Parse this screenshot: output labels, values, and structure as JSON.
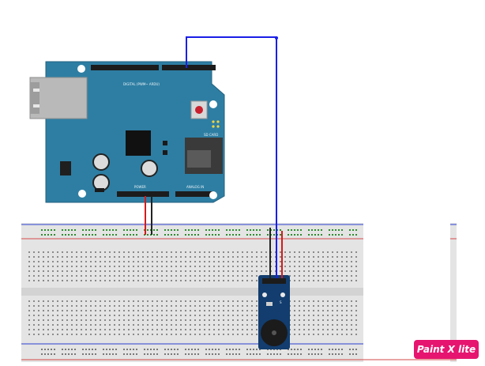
{
  "board": {
    "digital_header_label": "DIGITAL (PWM~ ARDU)",
    "power_header_label": "POWER",
    "analog_header_label": "ANALOG IN",
    "sd_label": "SD CARD"
  },
  "sensor": {
    "board_label": "S"
  },
  "watermark": {
    "text": "Paint X lite"
  },
  "colors": {
    "board_blue": "#2e7ea3",
    "wire_signal": "#1a1ee6",
    "wire_power": "#d61a1a",
    "wire_ground": "#222222",
    "breadboard": "#e4e4e4",
    "sensor_pcb": "#123d6e",
    "watermark_bg": "#e6156f"
  }
}
